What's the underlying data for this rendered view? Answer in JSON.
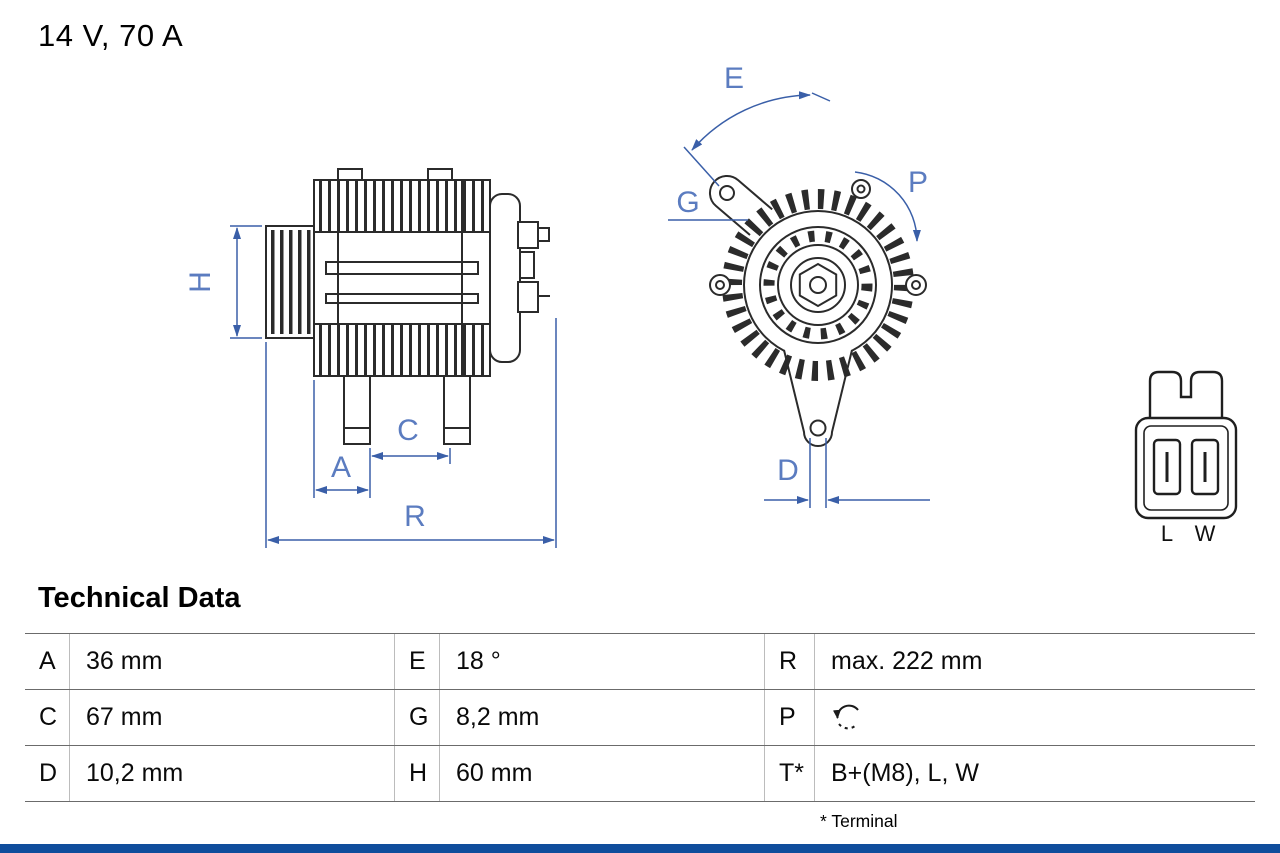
{
  "header": {
    "title": "14 V, 70 A"
  },
  "diagram": {
    "dimension_labels": {
      "H": "H",
      "A": "A",
      "C": "C",
      "R": "R",
      "E": "E",
      "G": "G",
      "P": "P",
      "D": "D"
    },
    "connector_labels": {
      "left": "L",
      "right": "W"
    }
  },
  "technical_data": {
    "heading": "Technical Data",
    "rows": [
      {
        "c1": {
          "key": "A",
          "value": "36 mm"
        },
        "c2": {
          "key": "E",
          "value": "18 °"
        },
        "c3": {
          "key": "R",
          "value": "max. 222 mm"
        }
      },
      {
        "c1": {
          "key": "C",
          "value": "67 mm"
        },
        "c2": {
          "key": "G",
          "value": "8,2 mm"
        },
        "c3": {
          "key": "P",
          "value": "",
          "icon": "rotation-direction"
        }
      },
      {
        "c1": {
          "key": "D",
          "value": "10,2 mm"
        },
        "c2": {
          "key": "H",
          "value": "60 mm"
        },
        "c3": {
          "key": "T*",
          "value": "B+(M8), L, W"
        }
      }
    ],
    "footnote": "* Terminal"
  },
  "colors": {
    "dimension_blue": "#3a5fa8",
    "label_blue": "#5b7cc0",
    "drawing_dark": "#2b2b2b",
    "bottom_bar_blue": "#0f4d9c"
  }
}
